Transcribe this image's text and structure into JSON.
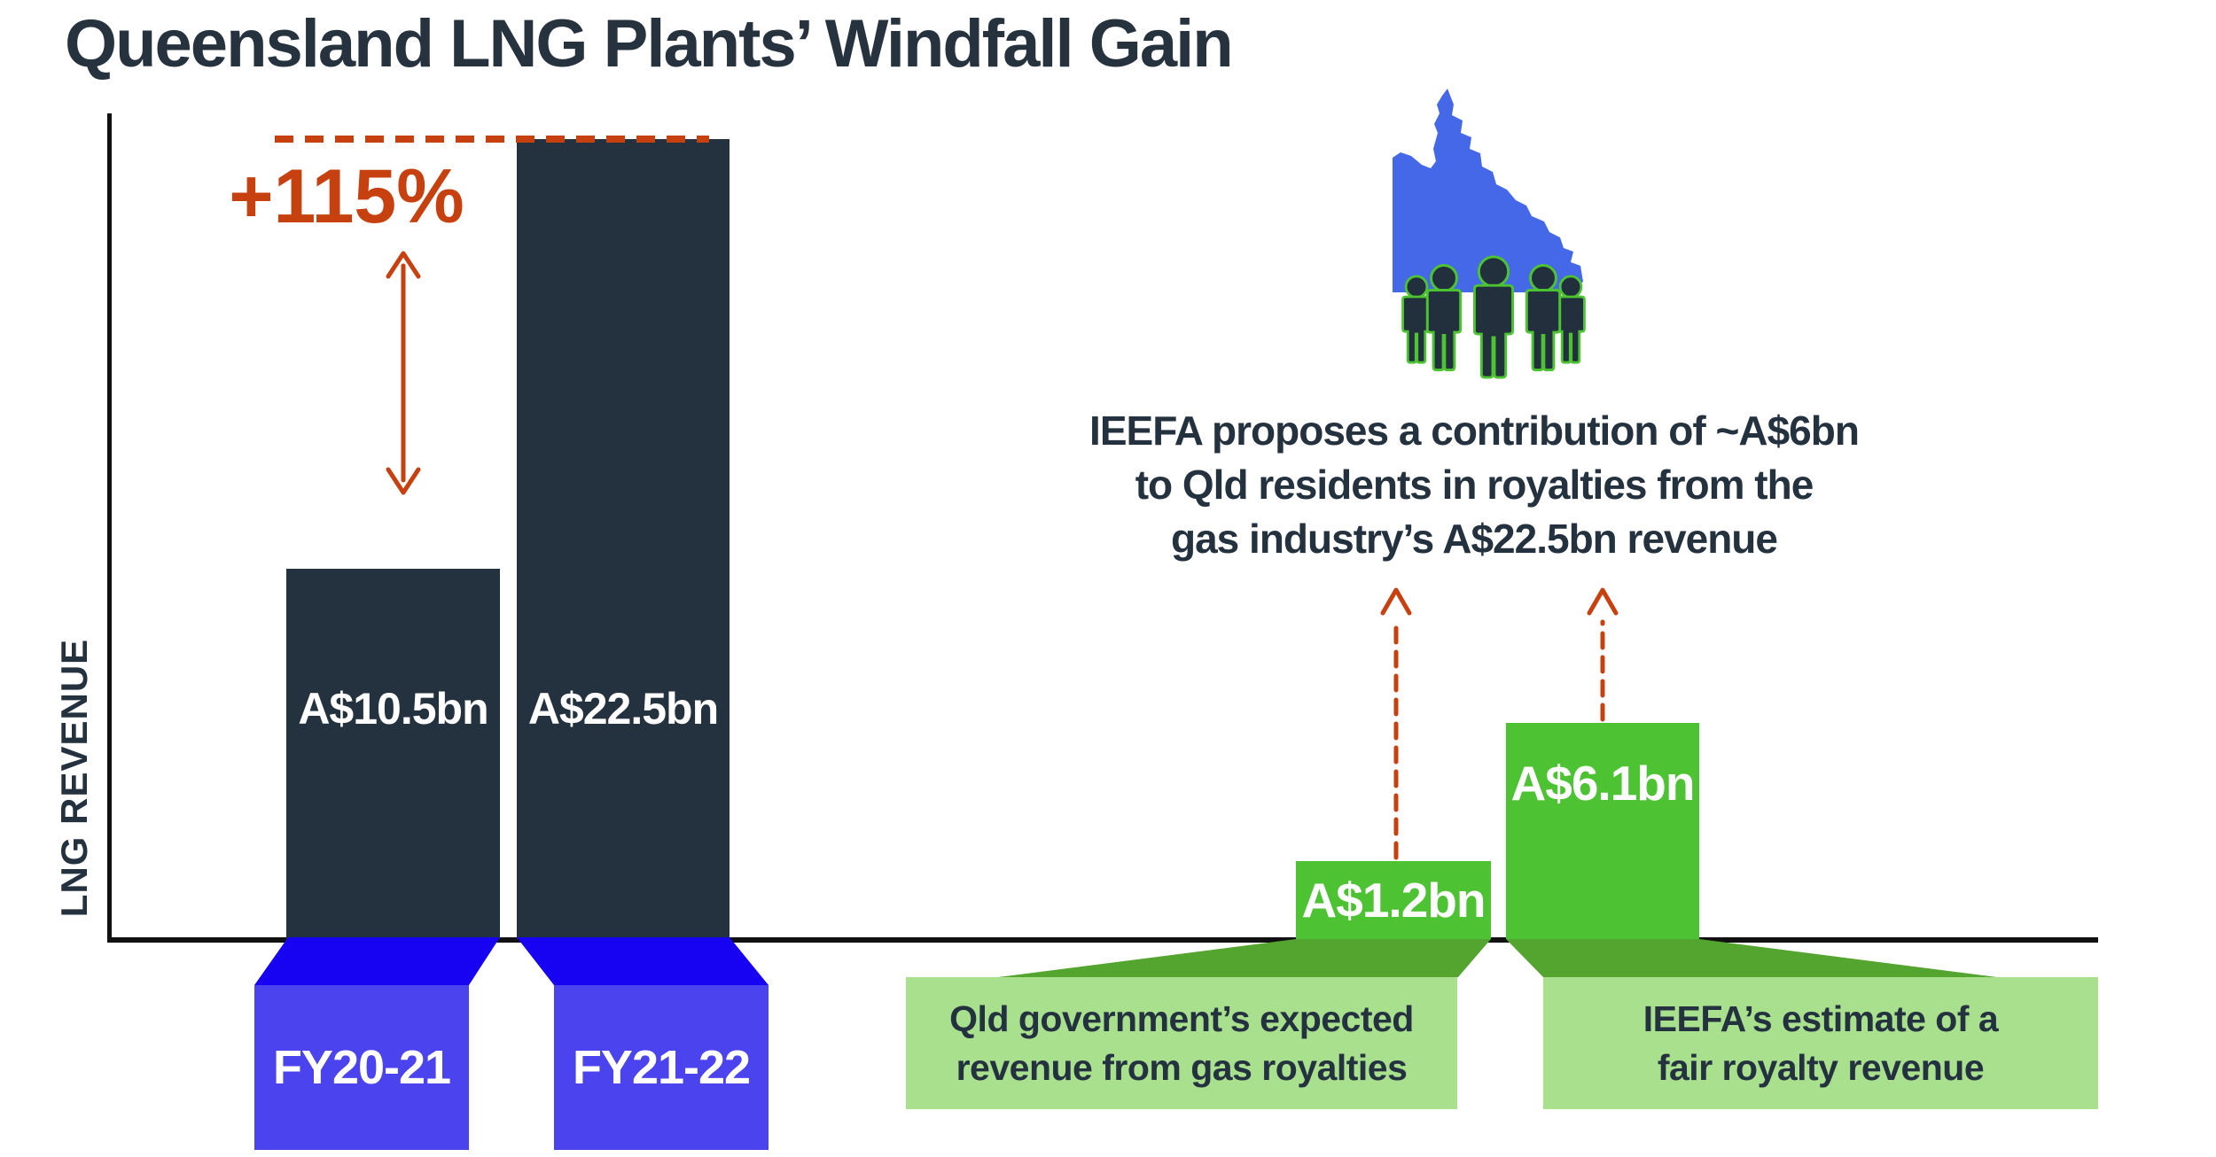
{
  "title": "Queensland LNG Plants’ Windfall Gain",
  "left_chart": {
    "y_axis_label": "LNG REVENUE",
    "growth_label": "+115%",
    "bars": [
      {
        "period": "FY20-21",
        "value_label": "A$10.5bn",
        "value_bn": 10.5
      },
      {
        "period": "FY21-22",
        "value_label": "A$22.5bn",
        "value_bn": 22.5
      }
    ]
  },
  "right_panel": {
    "icons": [
      "queensland-map-icon",
      "residents-people-icon"
    ],
    "proposal_line1": "IEEFA proposes a contribution of ~A$6bn",
    "proposal_line2": "to Qld residents in royalties from the",
    "proposal_line3": "gas industry’s A$22.5bn revenue",
    "bars": [
      {
        "value_label": "A$1.2bn",
        "value_bn": 1.2,
        "description_line1": "Qld government’s expected",
        "description_line2": "revenue from gas royalties"
      },
      {
        "value_label": "A$6.1bn",
        "value_bn": 6.1,
        "description_line1": "IEEFA’s estimate of a",
        "description_line2": "fair royalty revenue"
      }
    ]
  },
  "colors": {
    "dark_slate": "#24313F",
    "accent_red": "#C6410F",
    "royal_blue_map": "#4468E8",
    "deep_blue_label_top": "#1703F2",
    "indigo_label_front": "#4B43EE",
    "bright_green": "#4DC232",
    "mid_green_fan": "#54A52F",
    "light_green_box": "#A9E08E"
  },
  "chart_data": [
    {
      "type": "bar",
      "title": "Queensland LNG Plants’ Windfall Gain",
      "xlabel": "",
      "ylabel": "LNG REVENUE",
      "categories": [
        "FY20-21",
        "FY21-22"
      ],
      "values": [
        10.5,
        22.5
      ],
      "unit": "A$bn",
      "data_labels": [
        "A$10.5bn",
        "A$22.5bn"
      ],
      "annotations": [
        "+115% change from FY20-21 to FY21-22 marked with dashed line and double arrow"
      ],
      "grid": false,
      "legend": false
    },
    {
      "type": "bar",
      "title": "IEEFA proposes a contribution of ~A$6bn to Qld residents in royalties from the gas industry’s A$22.5bn revenue",
      "categories": [
        "Qld government’s expected revenue from gas royalties",
        "IEEFA’s estimate of a fair royalty revenue"
      ],
      "values": [
        1.2,
        6.1
      ],
      "unit": "A$bn",
      "data_labels": [
        "A$1.2bn",
        "A$6.1bn"
      ],
      "grid": false,
      "legend": false
    }
  ]
}
